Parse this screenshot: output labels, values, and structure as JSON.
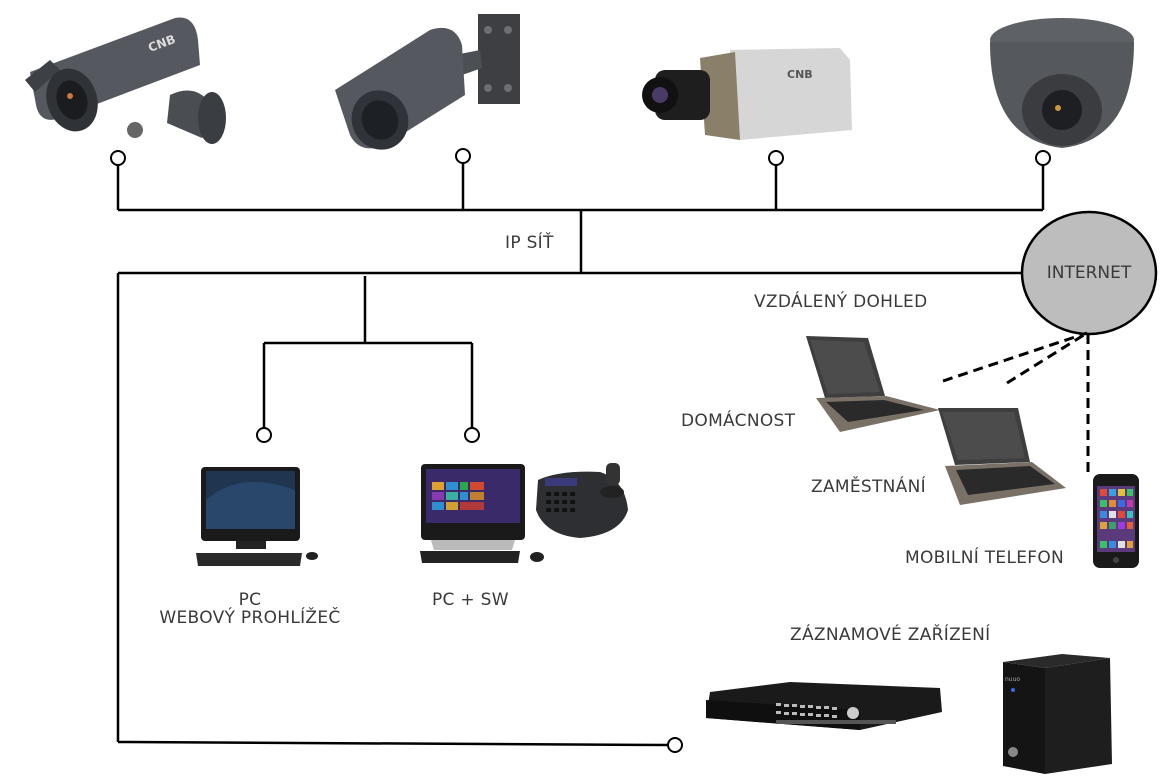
{
  "diagram": {
    "title": "IP CCTV network topology",
    "network_label": "IP SÍŤ",
    "internet_label": "INTERNET",
    "cameras": [
      {
        "name": "bullet-camera-wall-mount",
        "brand": "CNB"
      },
      {
        "name": "bullet-camera-bracket",
        "brand": ""
      },
      {
        "name": "box-camera",
        "brand": "CNB"
      },
      {
        "name": "dome-camera",
        "brand": ""
      }
    ],
    "clients": {
      "pc_browser": {
        "line1": "PC",
        "line2": "WEBOVÝ PROHLÍŽEČ"
      },
      "pc_sw": {
        "label": "PC + SW"
      }
    },
    "remote": {
      "heading": "VZDÁLENÝ DOHLED",
      "home": "DOMÁCNOST",
      "work": "ZAMĚSTNÁNÍ",
      "mobile": "MOBILNÍ TELEFON"
    },
    "recording": {
      "heading": "ZÁZNAMOVÉ ZAŘÍZENÍ",
      "nvr_brand": "nuuo"
    },
    "colors": {
      "line": "#000000",
      "text": "#3a3a3a",
      "internet_fill": "#bdbdbd",
      "device_dark": "#2b2b2b"
    }
  }
}
